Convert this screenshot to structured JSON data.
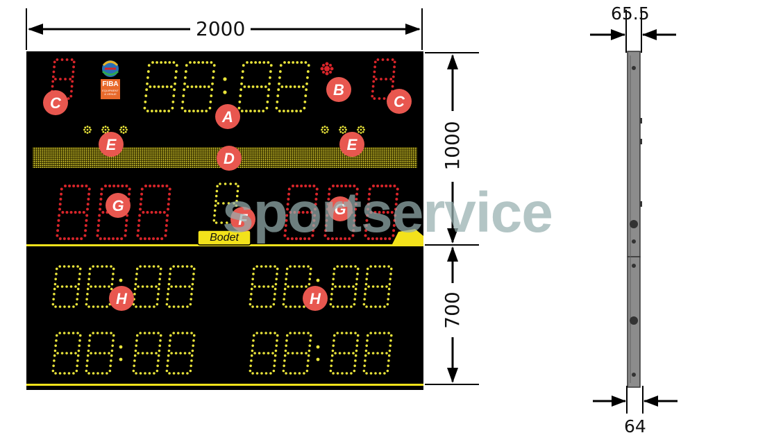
{
  "dimensions": {
    "total_width": "2000",
    "upper_height": "1000",
    "lower_height": "700",
    "top_depth": "65.5",
    "bottom_depth": "64"
  },
  "logos": {
    "fiba": "FIBA",
    "fiba_sub": "EQUIPMENT & VENUE",
    "maker": "Bodet",
    "watermark": "sportservice"
  },
  "callouts": [
    "A",
    "B",
    "C",
    "D",
    "E",
    "F",
    "G",
    "H"
  ],
  "colors": {
    "board": "#000000",
    "digit_yellow": "#e9e43a",
    "digit_red": "#d9252a",
    "callout": "#e8574f",
    "accent": "#f3e21b",
    "profile": "#8c8c8c"
  }
}
